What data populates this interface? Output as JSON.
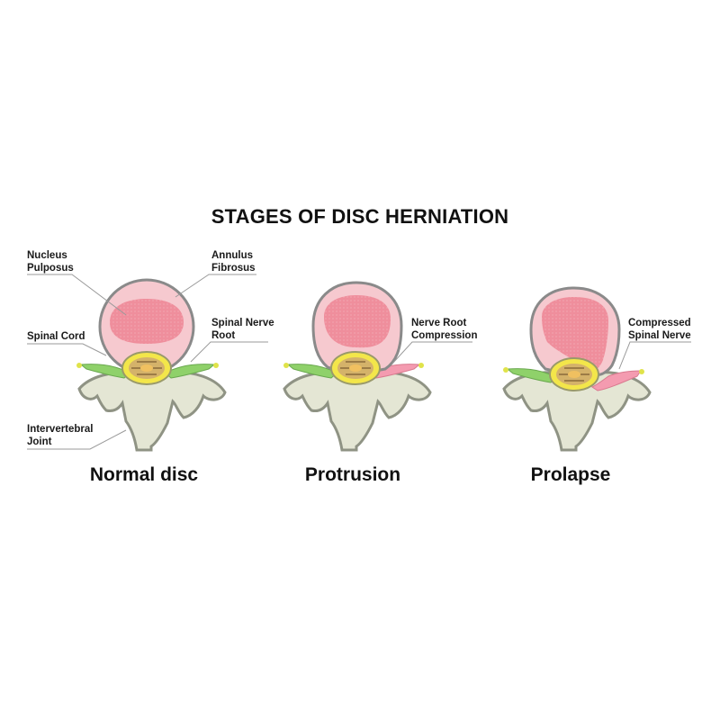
{
  "title": "STAGES OF DISC HERNIATION",
  "labels": {
    "nucleus": "Nucleus\nPulposus",
    "annulus": "Annulus\nFibrosus",
    "spinal_cord": "Spinal Cord",
    "spinal_nerve_root": "Spinal Nerve\nRoot",
    "intervertebral_joint": "Intervertebral\nJoint",
    "nerve_root_compression": "Nerve Root\nCompression",
    "compressed_spinal_nerve": "Compressed\nSpinal Nerve"
  },
  "stages": [
    {
      "name": "Normal disc"
    },
    {
      "name": "Protrusion"
    },
    {
      "name": "Prolapse"
    }
  ],
  "colors": {
    "annulus": "#f6c9cf",
    "nucleus": "#ef8e9c",
    "disc_outline": "#8a8a8a",
    "bone": "#e4e6d4",
    "bone_shadow": "#8f9384",
    "nerve": "#8fd16a",
    "nerve_tip": "#e0e34a",
    "cord_ring": "#f3e64a",
    "cord_center": "#f0c060",
    "compressed_nerve": "#f49bb0"
  }
}
